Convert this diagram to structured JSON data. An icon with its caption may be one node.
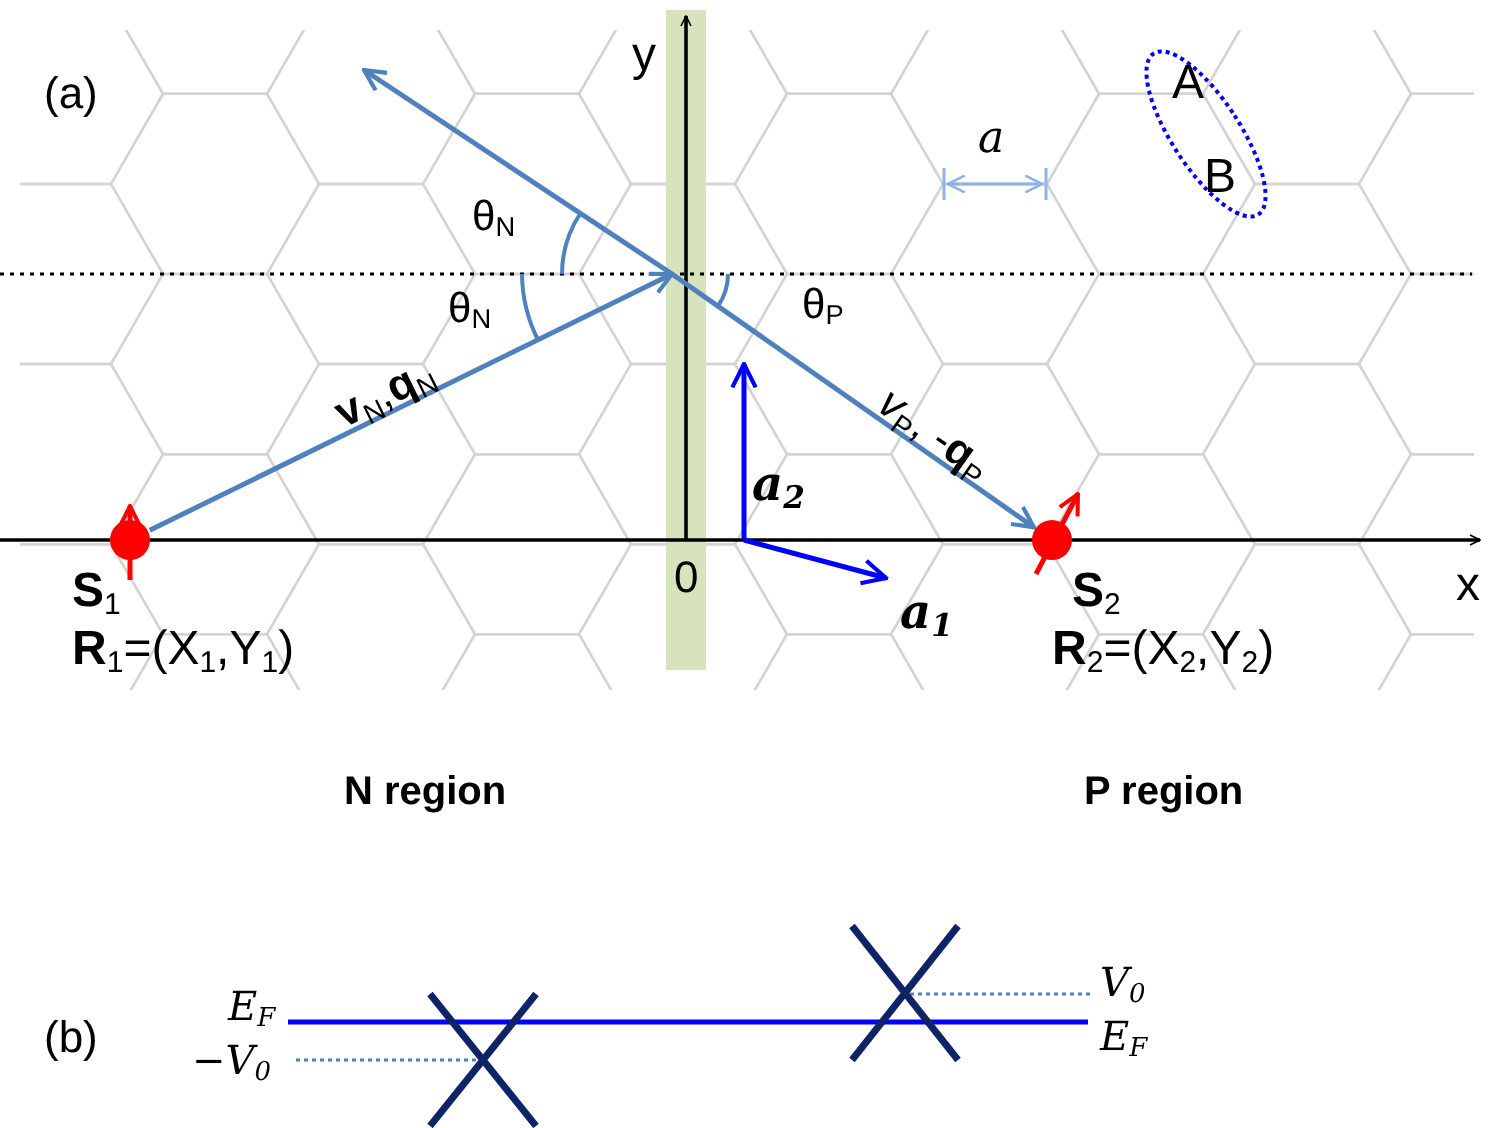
{
  "diagram": {
    "nodes": [
      {
        "text": [],
        "shape": "circle",
        "beside": [
          "**S**$_{1}$",
          "**R**$_{1}$=(X$_{1}$,Y$_{1}$)"
        ]
      },
      {
        "text": [],
        "shape": "circle",
        "beside": [
          "**S**$_{2}$",
          "**R**$_{2}$=(X$_{2}$,Y$_{2}$)"
        ]
      },
      {
        "text": [],
        "shape": "bar"
      }
    ],
    "edges": [
      {
        "from": 0,
        "to": 2,
        "arrow": "to",
        "label": "**v**$_{N}$,**q**$_{N}$"
      },
      {
        "from": 2,
        "to": 1,
        "arrow": "to",
        "label": "*v*$_{P}$, -**q**$_{P}$"
      },
      {
        "from": 2,
        "to": null,
        "arrow": "to"
      }
    ],
    "labels": [
      "(a)",
      "y",
      "x",
      "0",
      "θ$_{N}$",
      "θ$_{N}$",
      "θ$_{P}$",
      "a$_{2}$",
      "a$_{1}$",
      "a",
      "A",
      "B",
      "N region",
      "P region",
      "(b)",
      "E$_{F}$",
      "−V$_{0}$",
      "V$_{0}$",
      "E$_{F}$"
    ]
  }
}
